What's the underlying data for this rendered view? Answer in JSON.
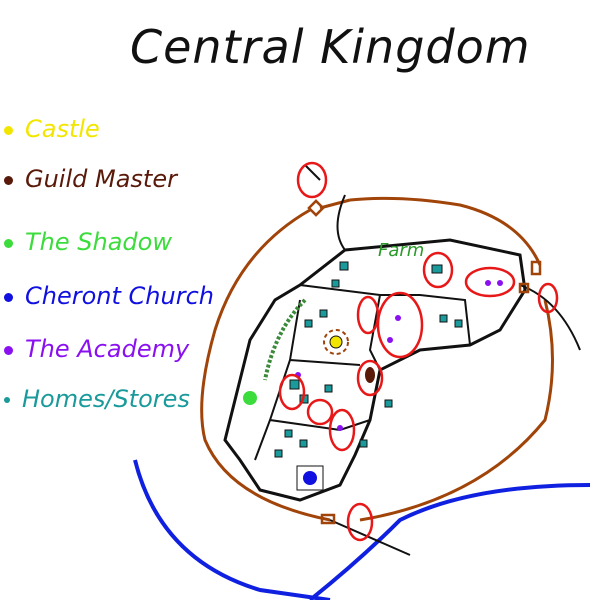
{
  "title": "Central Kingdom",
  "legend": [
    {
      "label": "Castle",
      "color": "#f2e600"
    },
    {
      "label": "Guild Master",
      "color": "#5a1a0a"
    },
    {
      "label": "The Shadow",
      "color": "#3cdc3c"
    },
    {
      "label": "Cheront Church",
      "color": "#1010e0"
    },
    {
      "label": "The Academy",
      "color": "#8a10f0"
    },
    {
      "label": "Homes/Stores",
      "color": "#1a9a9a"
    }
  ],
  "map": {
    "farm_label": "Farm",
    "wall_color": "#a0440a",
    "river_color": "#1020e0",
    "marker_color": "#e81818"
  }
}
